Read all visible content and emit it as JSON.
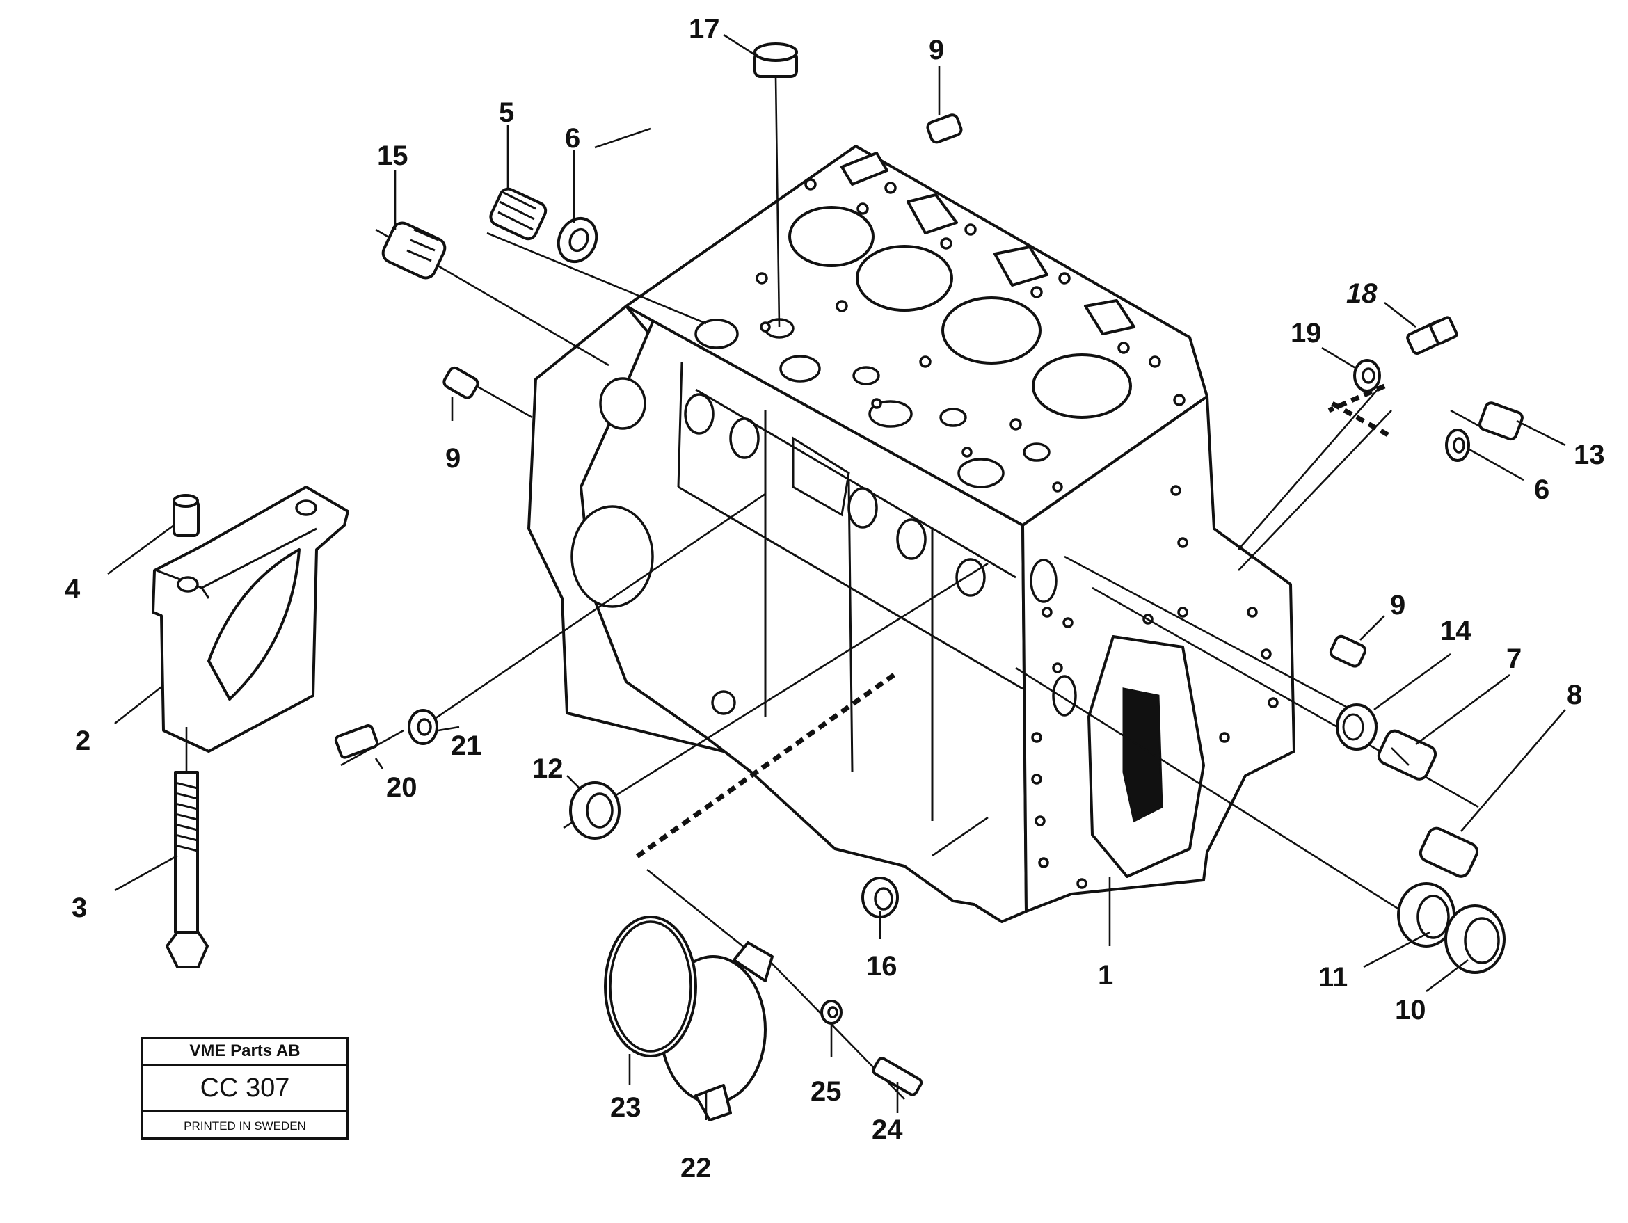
{
  "stamp": {
    "company": "VME Parts AB",
    "code": "CC 307",
    "printed": "PRINTED IN SWEDEN"
  },
  "callouts": {
    "c1": "1",
    "c2": "2",
    "c3": "3",
    "c4": "4",
    "c5": "5",
    "c6a": "6",
    "c6b": "6",
    "c7": "7",
    "c8": "8",
    "c9a": "9",
    "c9b": "9",
    "c9c": "9",
    "c10": "10",
    "c11": "11",
    "c12": "12",
    "c13": "13",
    "c14": "14",
    "c15": "15",
    "c16": "16",
    "c17": "17",
    "c18": "18",
    "c19": "19",
    "c20": "20",
    "c21": "21",
    "c22": "22",
    "c23": "23",
    "c24": "24",
    "c25": "25"
  }
}
